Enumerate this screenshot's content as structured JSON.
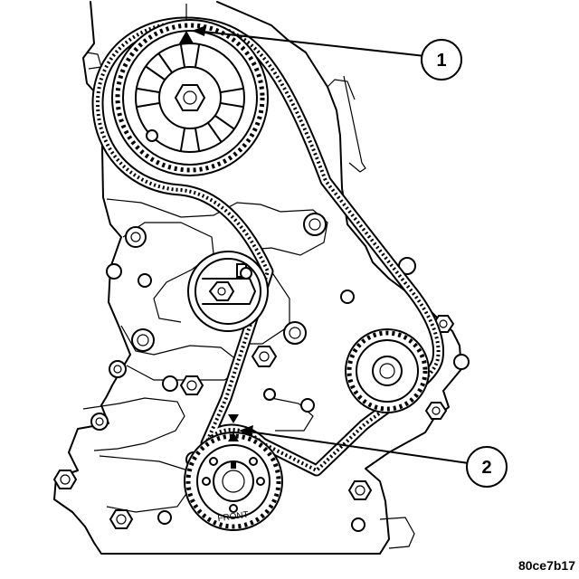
{
  "figure_code": "80ce7b17",
  "crank_label": "FRONT",
  "callouts": [
    {
      "number": "1",
      "target": "camshaft-sprocket-timing-mark"
    },
    {
      "number": "2",
      "target": "crankshaft-sprocket-timing-mark"
    }
  ],
  "colors": {
    "line": "#000000",
    "background": "#ffffff"
  }
}
